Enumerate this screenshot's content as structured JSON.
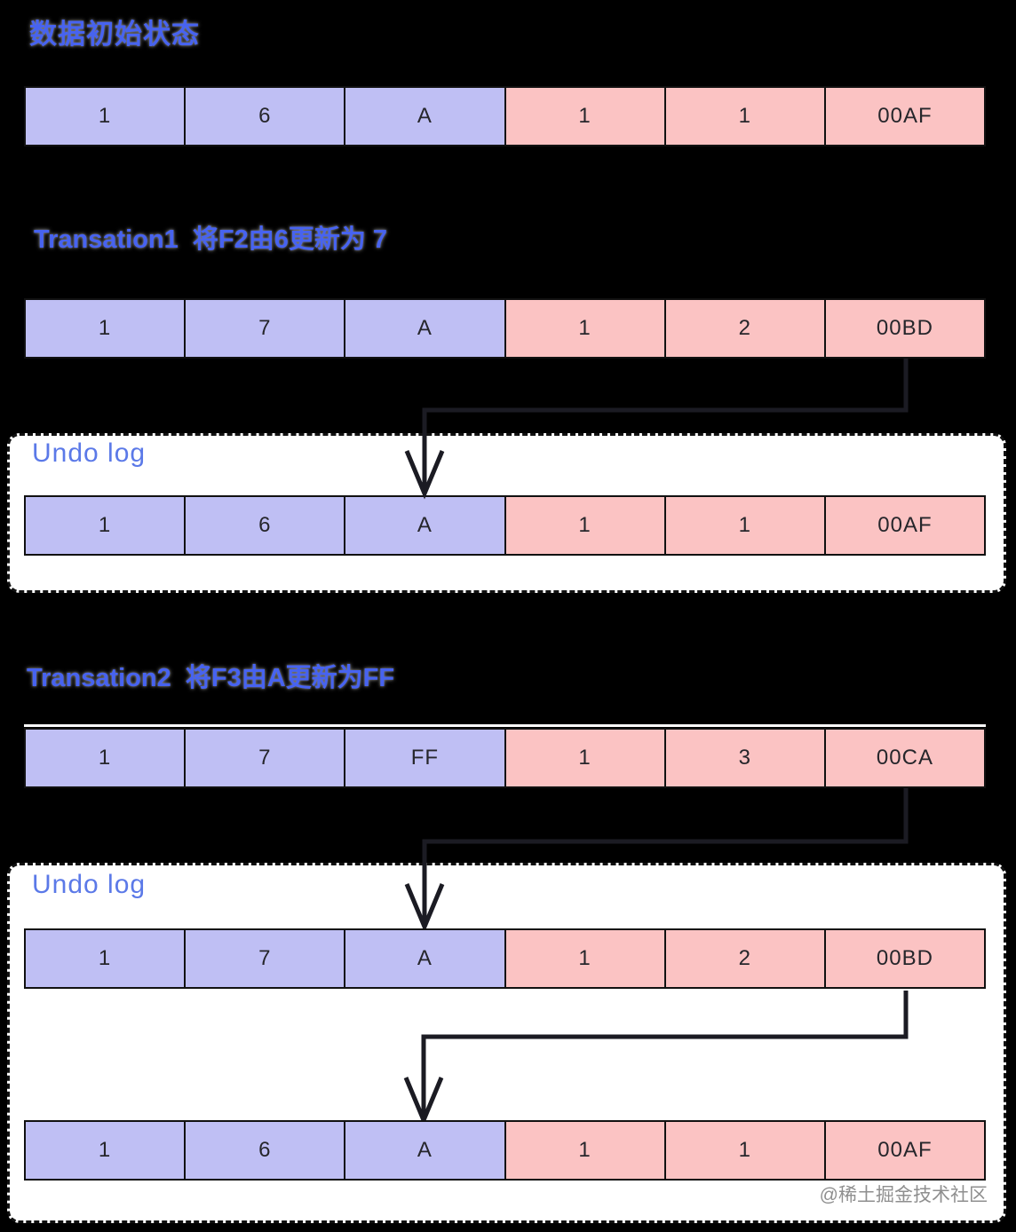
{
  "titles": {
    "initial_state": "数据初始状态",
    "transaction1": "Transation1  将F2由6更新为 7",
    "transaction2": "Transation2  将F3由A更新为FF"
  },
  "undo_log_label": "Undo log",
  "rows": {
    "initial": [
      "1",
      "6",
      "A",
      "1",
      "1",
      "00AF"
    ],
    "after_t1": [
      "1",
      "7",
      "A",
      "1",
      "2",
      "00BD"
    ],
    "undo1": [
      "1",
      "6",
      "A",
      "1",
      "1",
      "00AF"
    ],
    "after_t2": [
      "1",
      "7",
      "FF",
      "1",
      "3",
      "00CA"
    ],
    "undo2_row1": [
      "1",
      "7",
      "A",
      "1",
      "2",
      "00BD"
    ],
    "undo2_row2": [
      "1",
      "6",
      "A",
      "1",
      "1",
      "00AF"
    ]
  },
  "watermark": "@稀土掘金技术社区",
  "colors": {
    "page_bg": "#000000",
    "blue_cell": "#bfbff4",
    "pink_cell": "#fbc3c3",
    "cell_border": "#111111",
    "cell_text": "#26262b",
    "title_blue": "#4763f0",
    "undo_label_blue": "#5b79e8",
    "arrow": "#1b1b23",
    "watermark_gray": "#8f8f8f",
    "undo_bg": "#ffffff",
    "undo_border": "#111111"
  }
}
